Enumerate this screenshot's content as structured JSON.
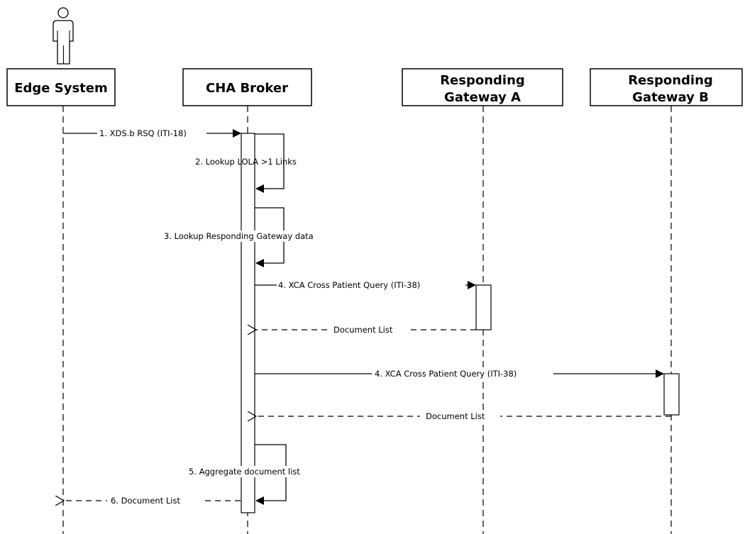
{
  "participants": [
    {
      "id": "edge",
      "label_lines": [
        "Edge System"
      ]
    },
    {
      "id": "cha",
      "label_lines": [
        "CHA Broker"
      ]
    },
    {
      "id": "gwa",
      "label_lines": [
        "Responding",
        "Gateway A"
      ]
    },
    {
      "id": "gwb",
      "label_lines": [
        "Responding",
        "Gateway B"
      ]
    }
  ],
  "actor": {
    "icon": "person-icon",
    "participant": "edge"
  },
  "messages": [
    {
      "id": "m1",
      "from": "edge",
      "to": "cha",
      "kind": "sync",
      "label": "1. XDS.b RSQ (ITI-18)"
    },
    {
      "id": "m2",
      "from": "cha",
      "to": "cha",
      "kind": "self",
      "label": "2. Lookup LOLA >1 Links"
    },
    {
      "id": "m3",
      "from": "cha",
      "to": "cha",
      "kind": "self",
      "label": "3. Lookup Responding Gateway data"
    },
    {
      "id": "m4a",
      "from": "cha",
      "to": "gwa",
      "kind": "sync",
      "label": "4. XCA Cross Patient Query (ITI-38)"
    },
    {
      "id": "m4a_ret",
      "from": "gwa",
      "to": "cha",
      "kind": "return",
      "label": "Document List"
    },
    {
      "id": "m4b",
      "from": "cha",
      "to": "gwb",
      "kind": "sync",
      "label": "4. XCA Cross Patient Query (ITI-38)"
    },
    {
      "id": "m4b_ret",
      "from": "gwb",
      "to": "cha",
      "kind": "return",
      "label": "Document List"
    },
    {
      "id": "m5",
      "from": "cha",
      "to": "cha",
      "kind": "self",
      "label": "5. Aggregate document list"
    },
    {
      "id": "m6",
      "from": "cha",
      "to": "edge",
      "kind": "return",
      "label": "6. Document List"
    }
  ]
}
